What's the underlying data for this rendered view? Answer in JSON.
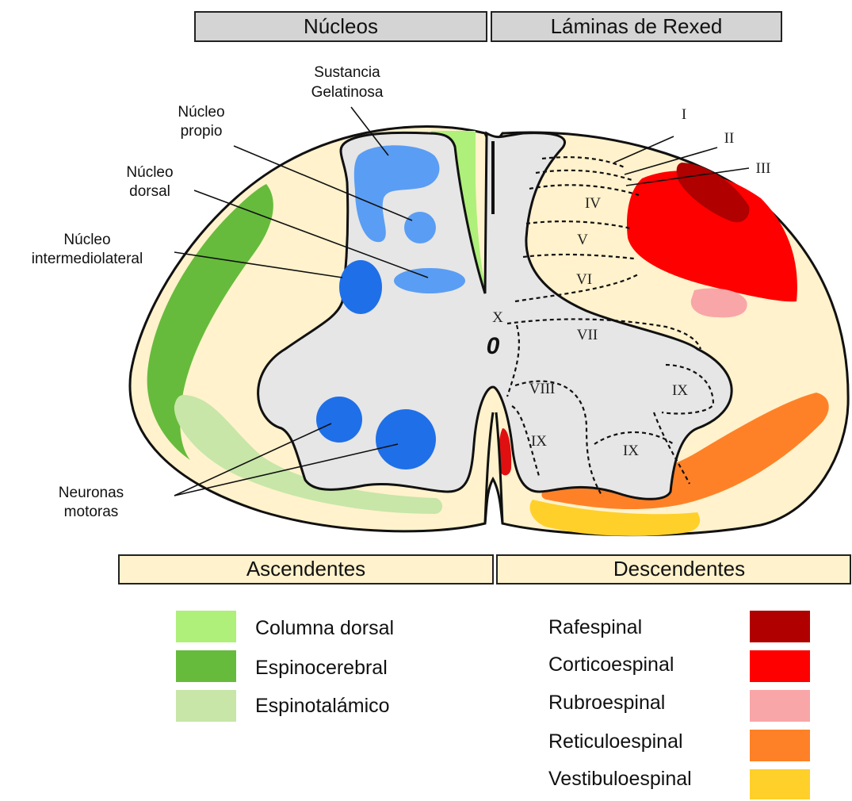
{
  "headers": {
    "top_left": "Núcleos",
    "top_right": "Láminas de Rexed",
    "bottom_left": "Ascendentes",
    "bottom_right": "Descendentes"
  },
  "nuclei": {
    "sustancia_l1": "Sustancia",
    "sustancia_l2": "Gelatinosa",
    "propio_l1": "Núcleo",
    "propio_l2": "propio",
    "dorsal_l1": "Núcleo",
    "dorsal_l2": "dorsal",
    "intermed_l1": "Núcleo",
    "intermed_l2": "intermediolateral",
    "motor_l1": "Neuronas",
    "motor_l2": "motoras"
  },
  "laminae": [
    "I",
    "II",
    "III",
    "IV",
    "V",
    "VI",
    "VII",
    "VIII",
    "IX",
    "IX",
    "IX",
    "X"
  ],
  "central_canal": "0",
  "legend": {
    "ascending": [
      {
        "label": "Columna dorsal",
        "color": "#aef07a"
      },
      {
        "label": "Espinocerebral",
        "color": "#66bb3c"
      },
      {
        "label": "Espinotalámico",
        "color": "#c7e6a8"
      }
    ],
    "descending": [
      {
        "label": "Rafespinal",
        "color": "#b00000"
      },
      {
        "label": "Corticoespinal",
        "color": "#ff0000"
      },
      {
        "label": "Rubroespinal",
        "color": "#f9a6a8"
      },
      {
        "label": "Reticuloespinal",
        "color": "#ff8127"
      },
      {
        "label": "Vestibuloespinal",
        "color": "#ffd02a"
      }
    ]
  },
  "colors": {
    "white_matter": "#fff2cc",
    "gray_matter": "#e6e6e6",
    "nucleus_light": "#5a9df4",
    "nucleus_dark": "#1f6fe8",
    "header_gray": "#d4d4d4",
    "header_cream": "#fff2cc"
  }
}
